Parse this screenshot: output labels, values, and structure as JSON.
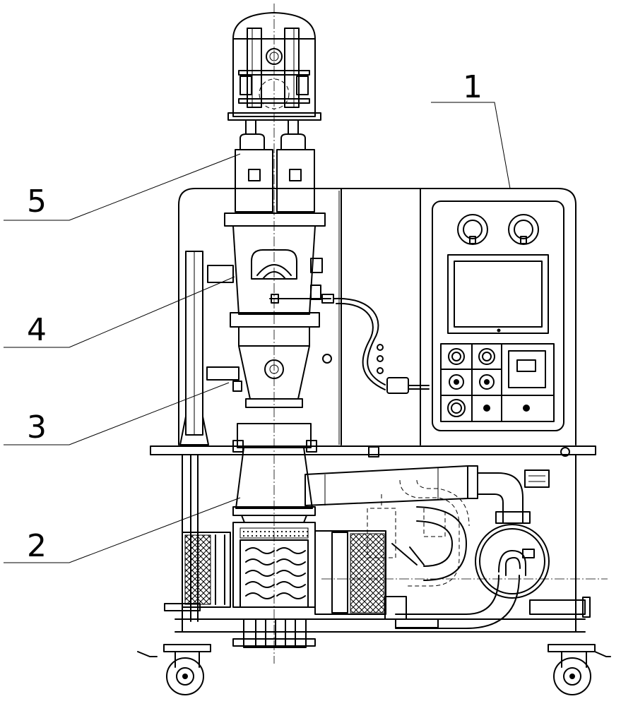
{
  "labels": {
    "part_1": "1",
    "part_2": "2",
    "part_3": "3",
    "part_4": "4",
    "part_5": "5"
  },
  "colors": {
    "line": "#000000",
    "background": "#ffffff"
  }
}
